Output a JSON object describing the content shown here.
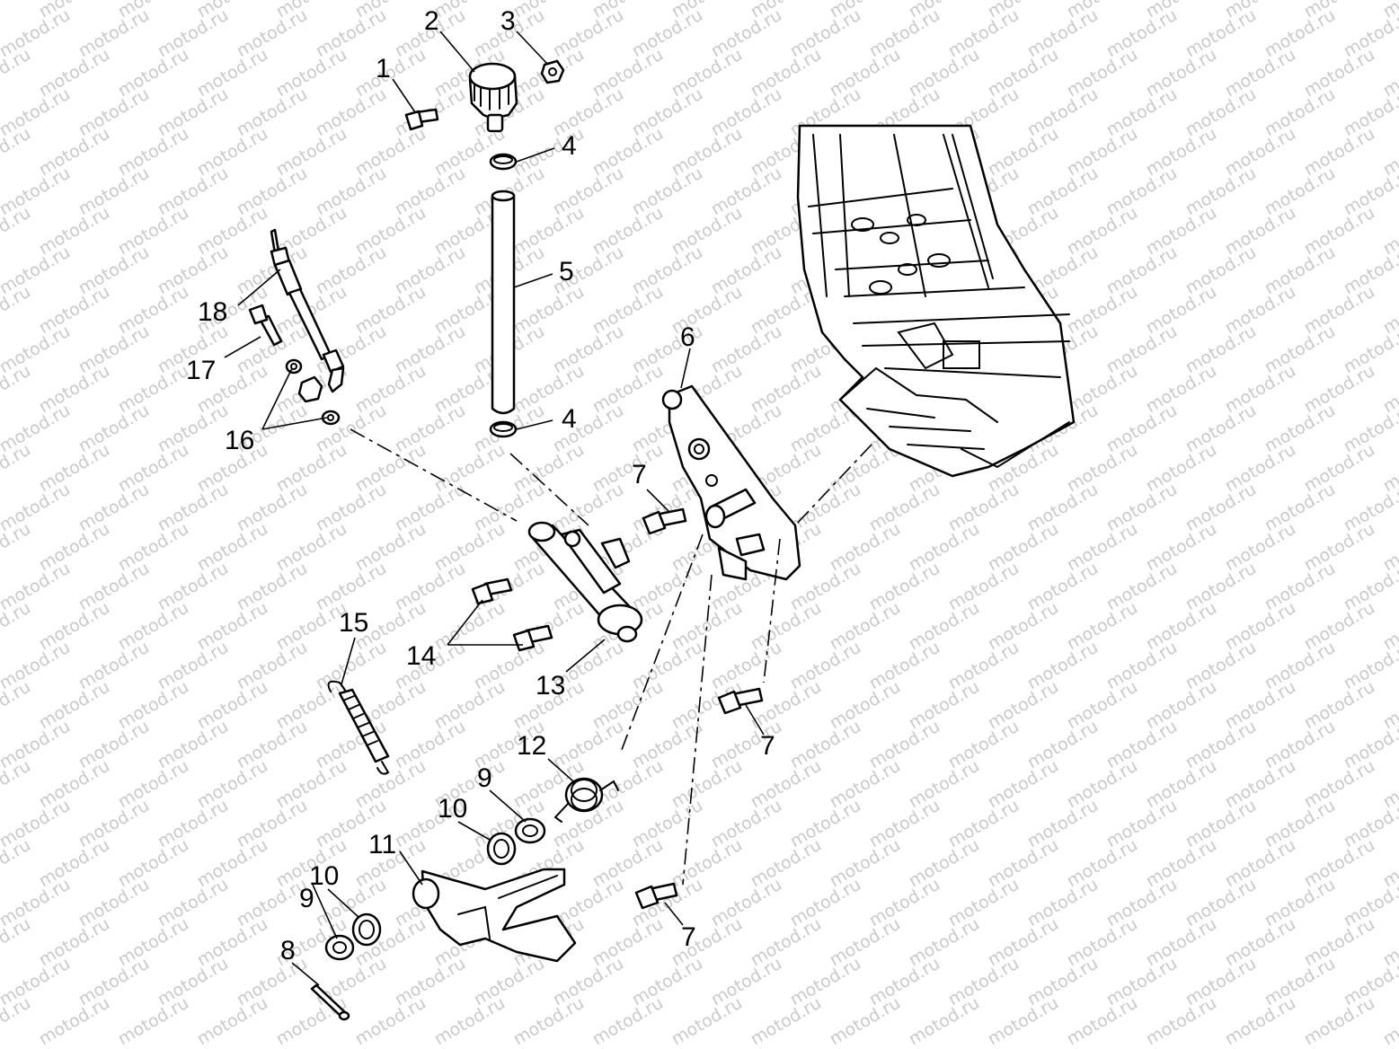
{
  "diagram": {
    "watermark": "motod.ru",
    "callouts": {
      "c1": "1",
      "c2": "2",
      "c3": "3",
      "c4a": "4",
      "c4b": "4",
      "c5": "5",
      "c6": "6",
      "c7a": "7",
      "c7b": "7",
      "c7c": "7",
      "c8": "8",
      "c9a": "9",
      "c9b": "9",
      "c10a": "10",
      "c10b": "10",
      "c11": "11",
      "c12": "12",
      "c13": "13",
      "c14": "14",
      "c15": "15",
      "c16": "16",
      "c17": "17",
      "c18": "18"
    }
  }
}
